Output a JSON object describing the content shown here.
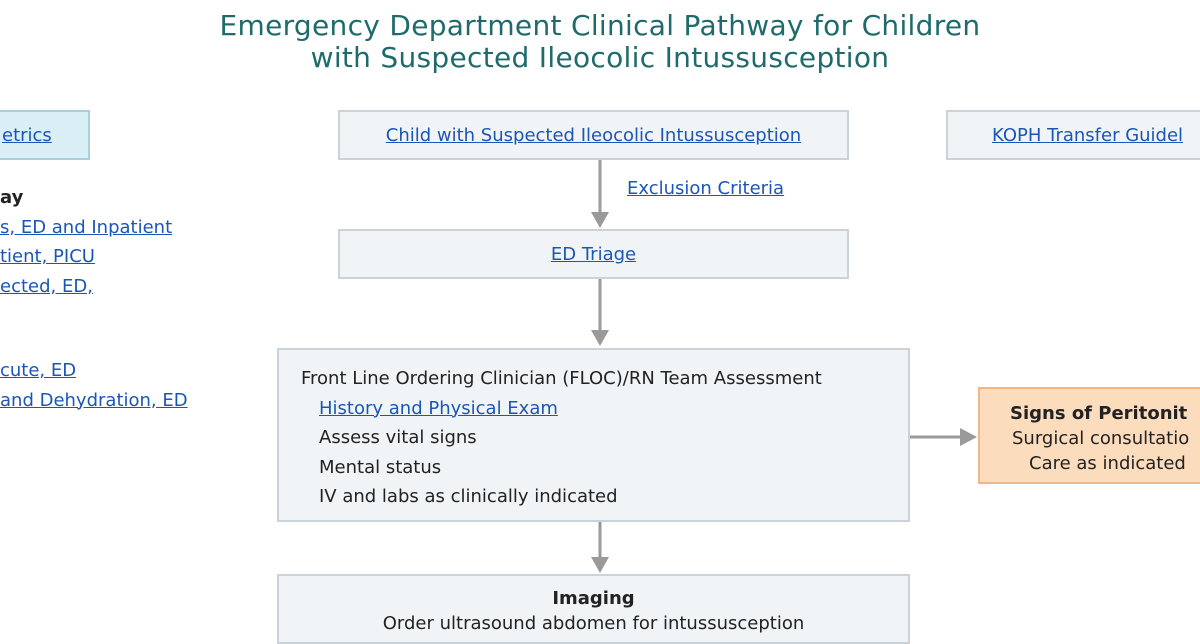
{
  "title": {
    "line1": "Emergency Department Clinical Pathway for Children",
    "line2": "with Suspected Ileocolic Intussusception"
  },
  "left_panel": {
    "top_link": "etrics",
    "heading": "ay",
    "links_a": [
      "s, ED and Inpatient",
      "tient, PICU",
      "ected, ED,"
    ],
    "links_b": [
      "cute, ED",
      "and Dehydration, ED"
    ]
  },
  "top_box": {
    "label": "Child with Suspected Ileocolic Intussusception"
  },
  "right_top_box": {
    "label": "KOPH Transfer Guidel"
  },
  "exclusion_link": "Exclusion Criteria",
  "triage_box": {
    "label": "ED Triage"
  },
  "assessment_box": {
    "heading": "Front Line Ordering Clinician (FLOC)/RN Team Assessment",
    "link": "History and Physical Exam",
    "items": [
      "Assess vital signs",
      "Mental status",
      "IV and labs as clinically indicated"
    ]
  },
  "peritonitis_box": {
    "heading": "Signs of Peritonit",
    "line1": "Surgical consultatio",
    "line2": "Care as indicated"
  },
  "imaging_box": {
    "heading": "Imaging",
    "line1": "Order ultrasound abdomen for intussusception"
  },
  "colors": {
    "title": "#1f6b6b",
    "link": "#1a56b8",
    "box_fill": "#f1f4f6",
    "box_border": "#cbd3d8",
    "cyan_fill": "#daeef6",
    "orange_fill": "#fbdcbc",
    "arrow": "#9a9a9a"
  }
}
